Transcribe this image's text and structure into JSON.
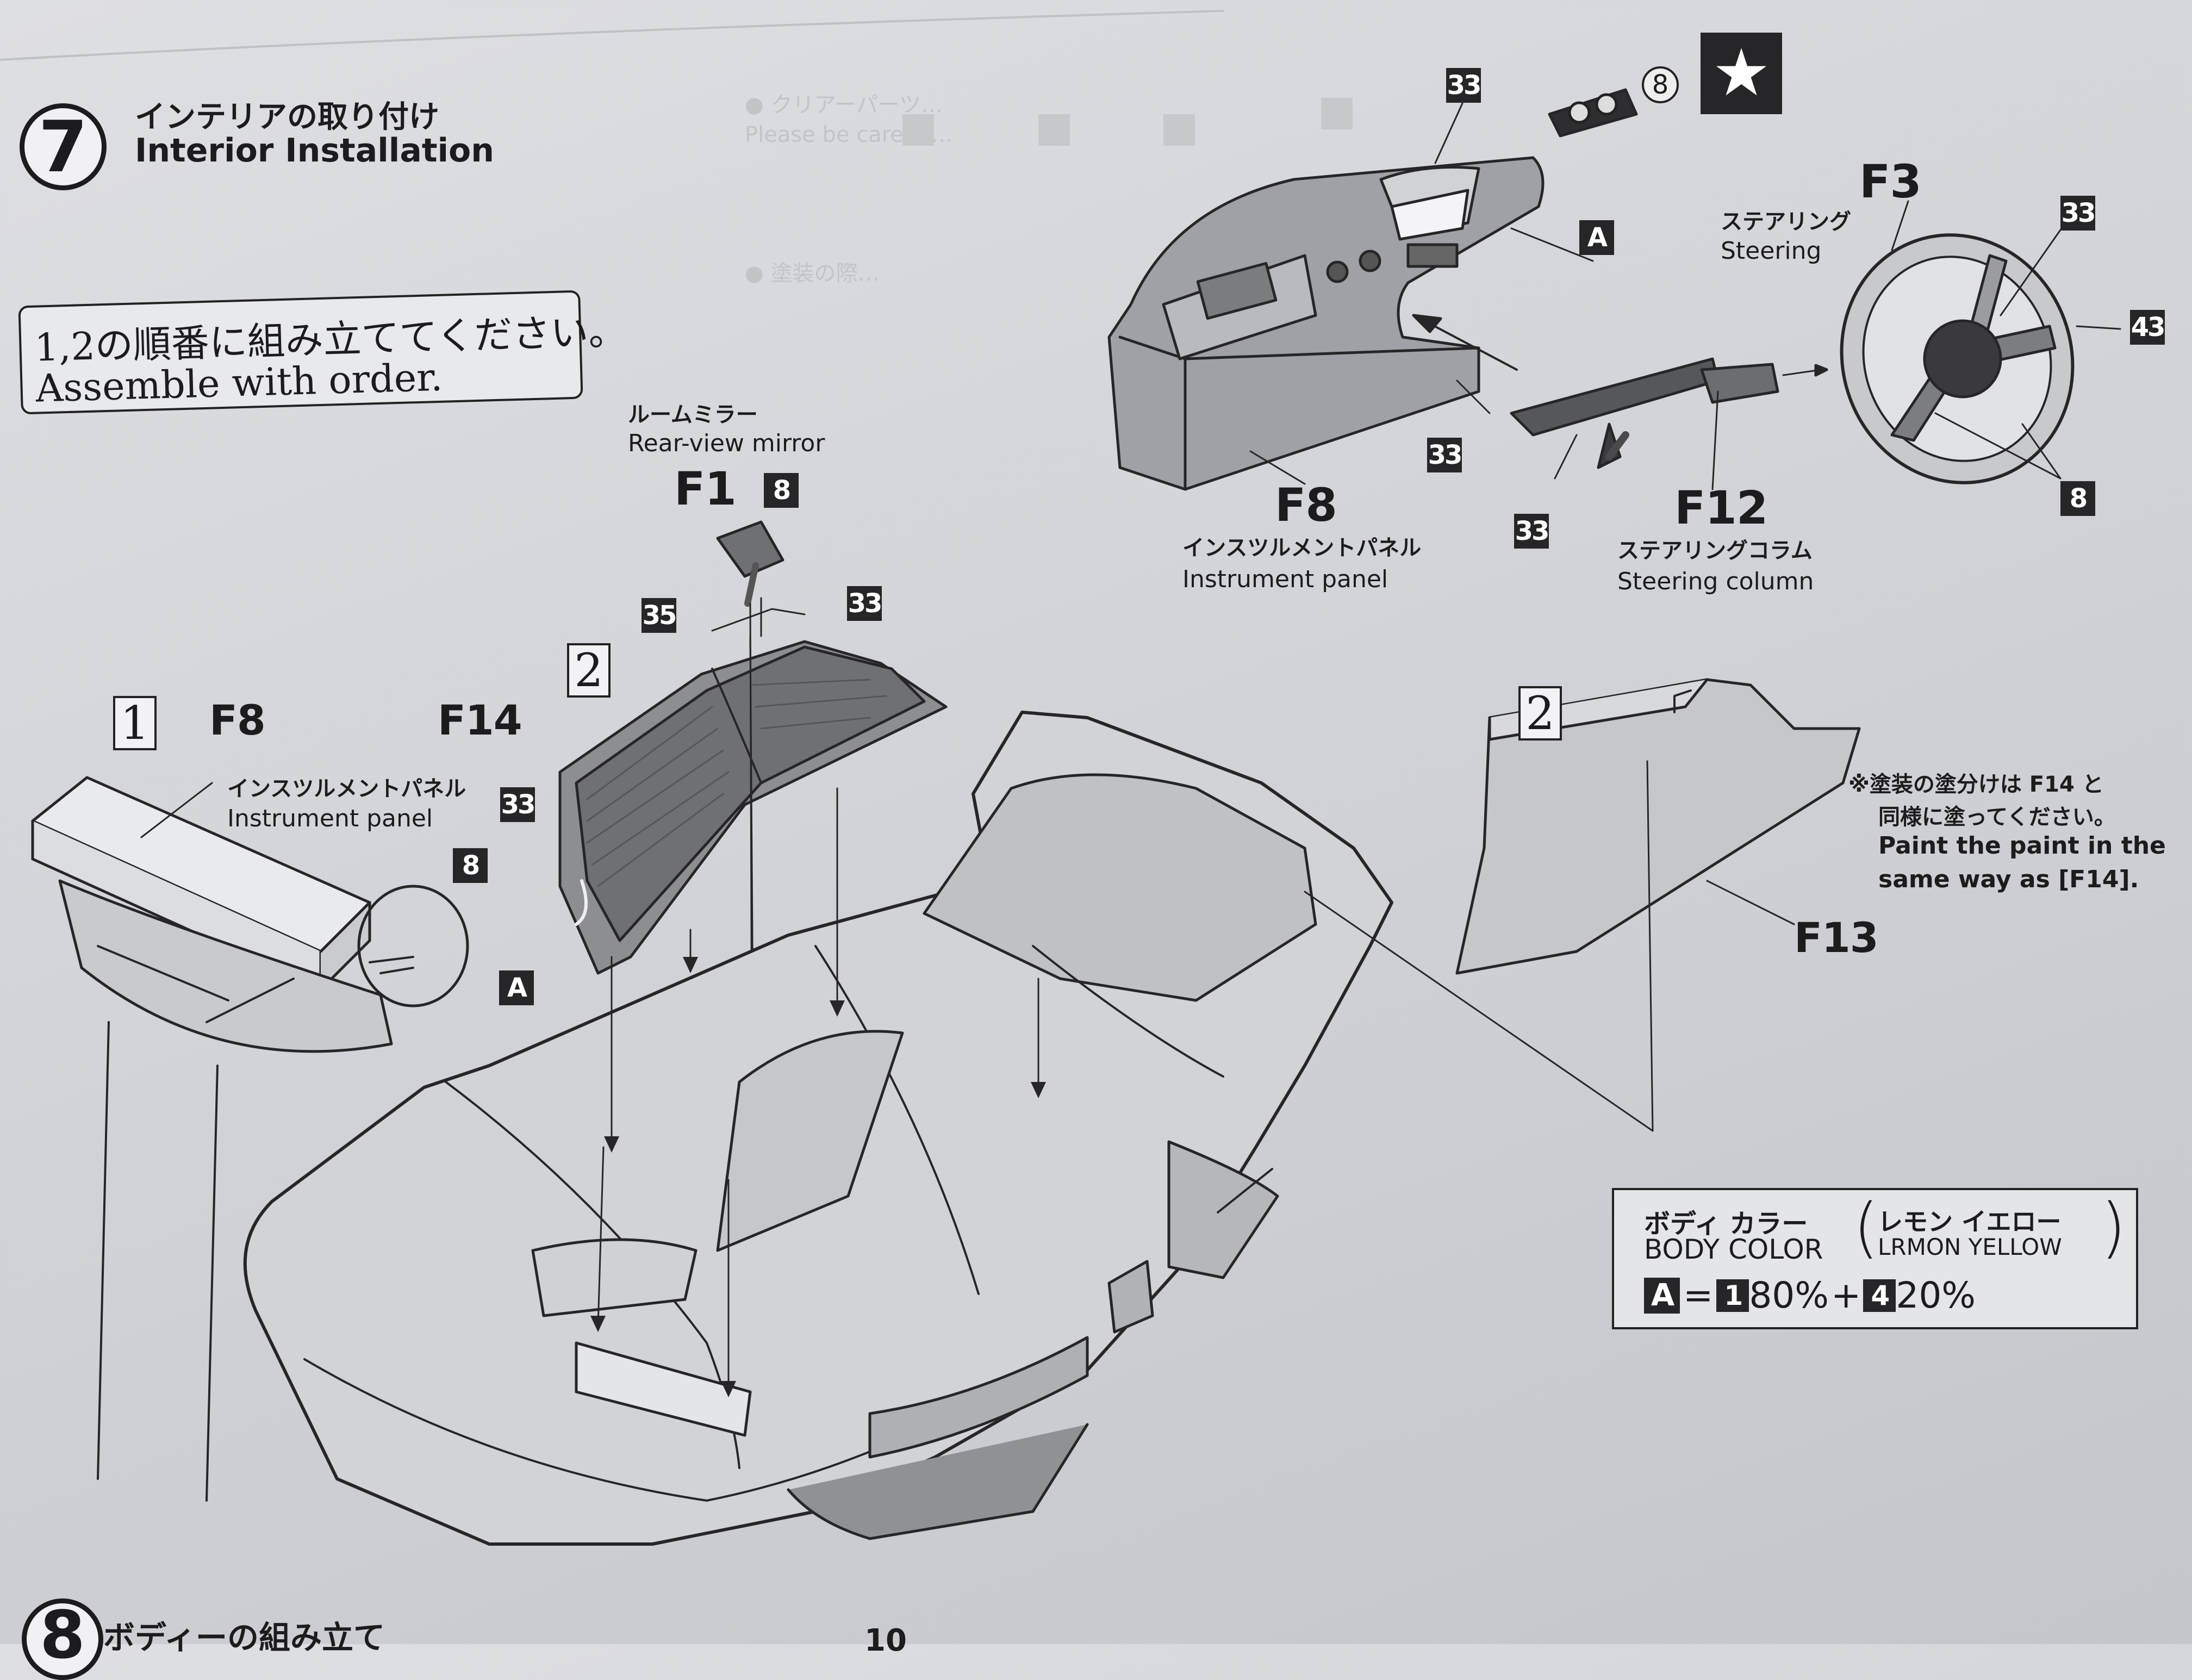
{
  "step": {
    "number": "7",
    "title_jp": "インテリアの取り付け",
    "title_en": "Interior Installation"
  },
  "order_note": {
    "jp": "1,2の順番に組み立ててください。",
    "en": "Assemble with order."
  },
  "rear_mirror": {
    "label_jp": "ルームミラー",
    "label_en": "Rear-view mirror",
    "part": "F1",
    "color_codes": [
      "8",
      "35"
    ]
  },
  "dashboard": {
    "codes": [
      "33",
      "33",
      "A"
    ],
    "paint_circle": "8",
    "star_icon": "star-icon"
  },
  "instrument_panel_top": {
    "part": "F8",
    "label_jp": "インスツルメントパネル",
    "label_en": "Instrument panel"
  },
  "steering": {
    "part": "F3",
    "label_jp": "ステアリング",
    "label_en": "Steering",
    "codes": [
      "33",
      "43",
      "8"
    ]
  },
  "steering_column": {
    "part": "F12",
    "label_jp": "ステアリングコラム",
    "label_en": "Steering column",
    "code": "33"
  },
  "step1": {
    "order": "1",
    "part": "F8",
    "label_jp": "インスツルメントパネル",
    "label_en": "Instrument panel"
  },
  "step2_left": {
    "order": "2",
    "part": "F14",
    "codes": [
      "33",
      "33",
      "8",
      "A"
    ]
  },
  "step2_right": {
    "order": "2",
    "part": "F13",
    "note_jp_1": "※塗装の塗分けは F14 と",
    "note_jp_2": "同様に塗ってください。",
    "note_en_1": "Paint the paint in the",
    "note_en_2": "same way as [F14]."
  },
  "body_color": {
    "title_jp": "ボディ カラー",
    "title_en": "BODY COLOR",
    "name_jp": "レモン イエロー",
    "name_en": "LRMON YELLOW",
    "mix_label": "A",
    "eq": "=",
    "c1": "1",
    "p1": "80%",
    "plus": "+",
    "c2": "4",
    "p2": "20%"
  },
  "next_step": {
    "number": "8",
    "title_jp": "ボディーの組み立て"
  },
  "page_number": "10",
  "colors": {
    "badge": "#262628",
    "paper": "#d6d7db",
    "ink": "#1c1c1e"
  }
}
